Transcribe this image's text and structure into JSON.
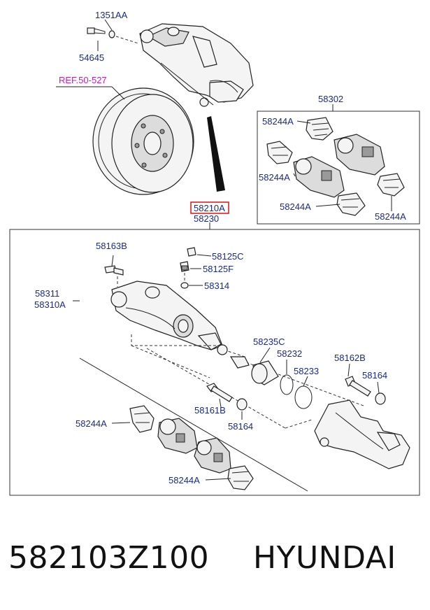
{
  "labels": {
    "bolt_1351AA": "1351AA",
    "bolt_54645": "54645",
    "ref": "REF.50-527",
    "pad_kit": "58302",
    "clip_a1": "58244A",
    "clip_a2": "58244A",
    "clip_a3": "58244A",
    "clip_a4": "58244A",
    "highlight_part": "58210A",
    "assembly": "58230",
    "guide_bolt_b": "58163B",
    "cap_c": "58125C",
    "bleeder_f": "58125F",
    "seal_58314": "58314",
    "housing_1": "58311",
    "housing_2": "58310A",
    "piston_seal_c": "58235C",
    "piston_ring": "58232",
    "dust_boot": "58233",
    "guide_bolt_162b": "58162B",
    "bushing_1": "58164",
    "guide_bolt_161b": "58161B",
    "bushing_2": "58164",
    "clip_a5": "58244A",
    "clip_a6": "58244A"
  },
  "caption": {
    "part_number": "582103Z100",
    "brand": "HYUNDAI"
  },
  "colors": {
    "label": "#1a2a8c",
    "reference": "#c020c0",
    "highlight_box": "#e01010"
  }
}
